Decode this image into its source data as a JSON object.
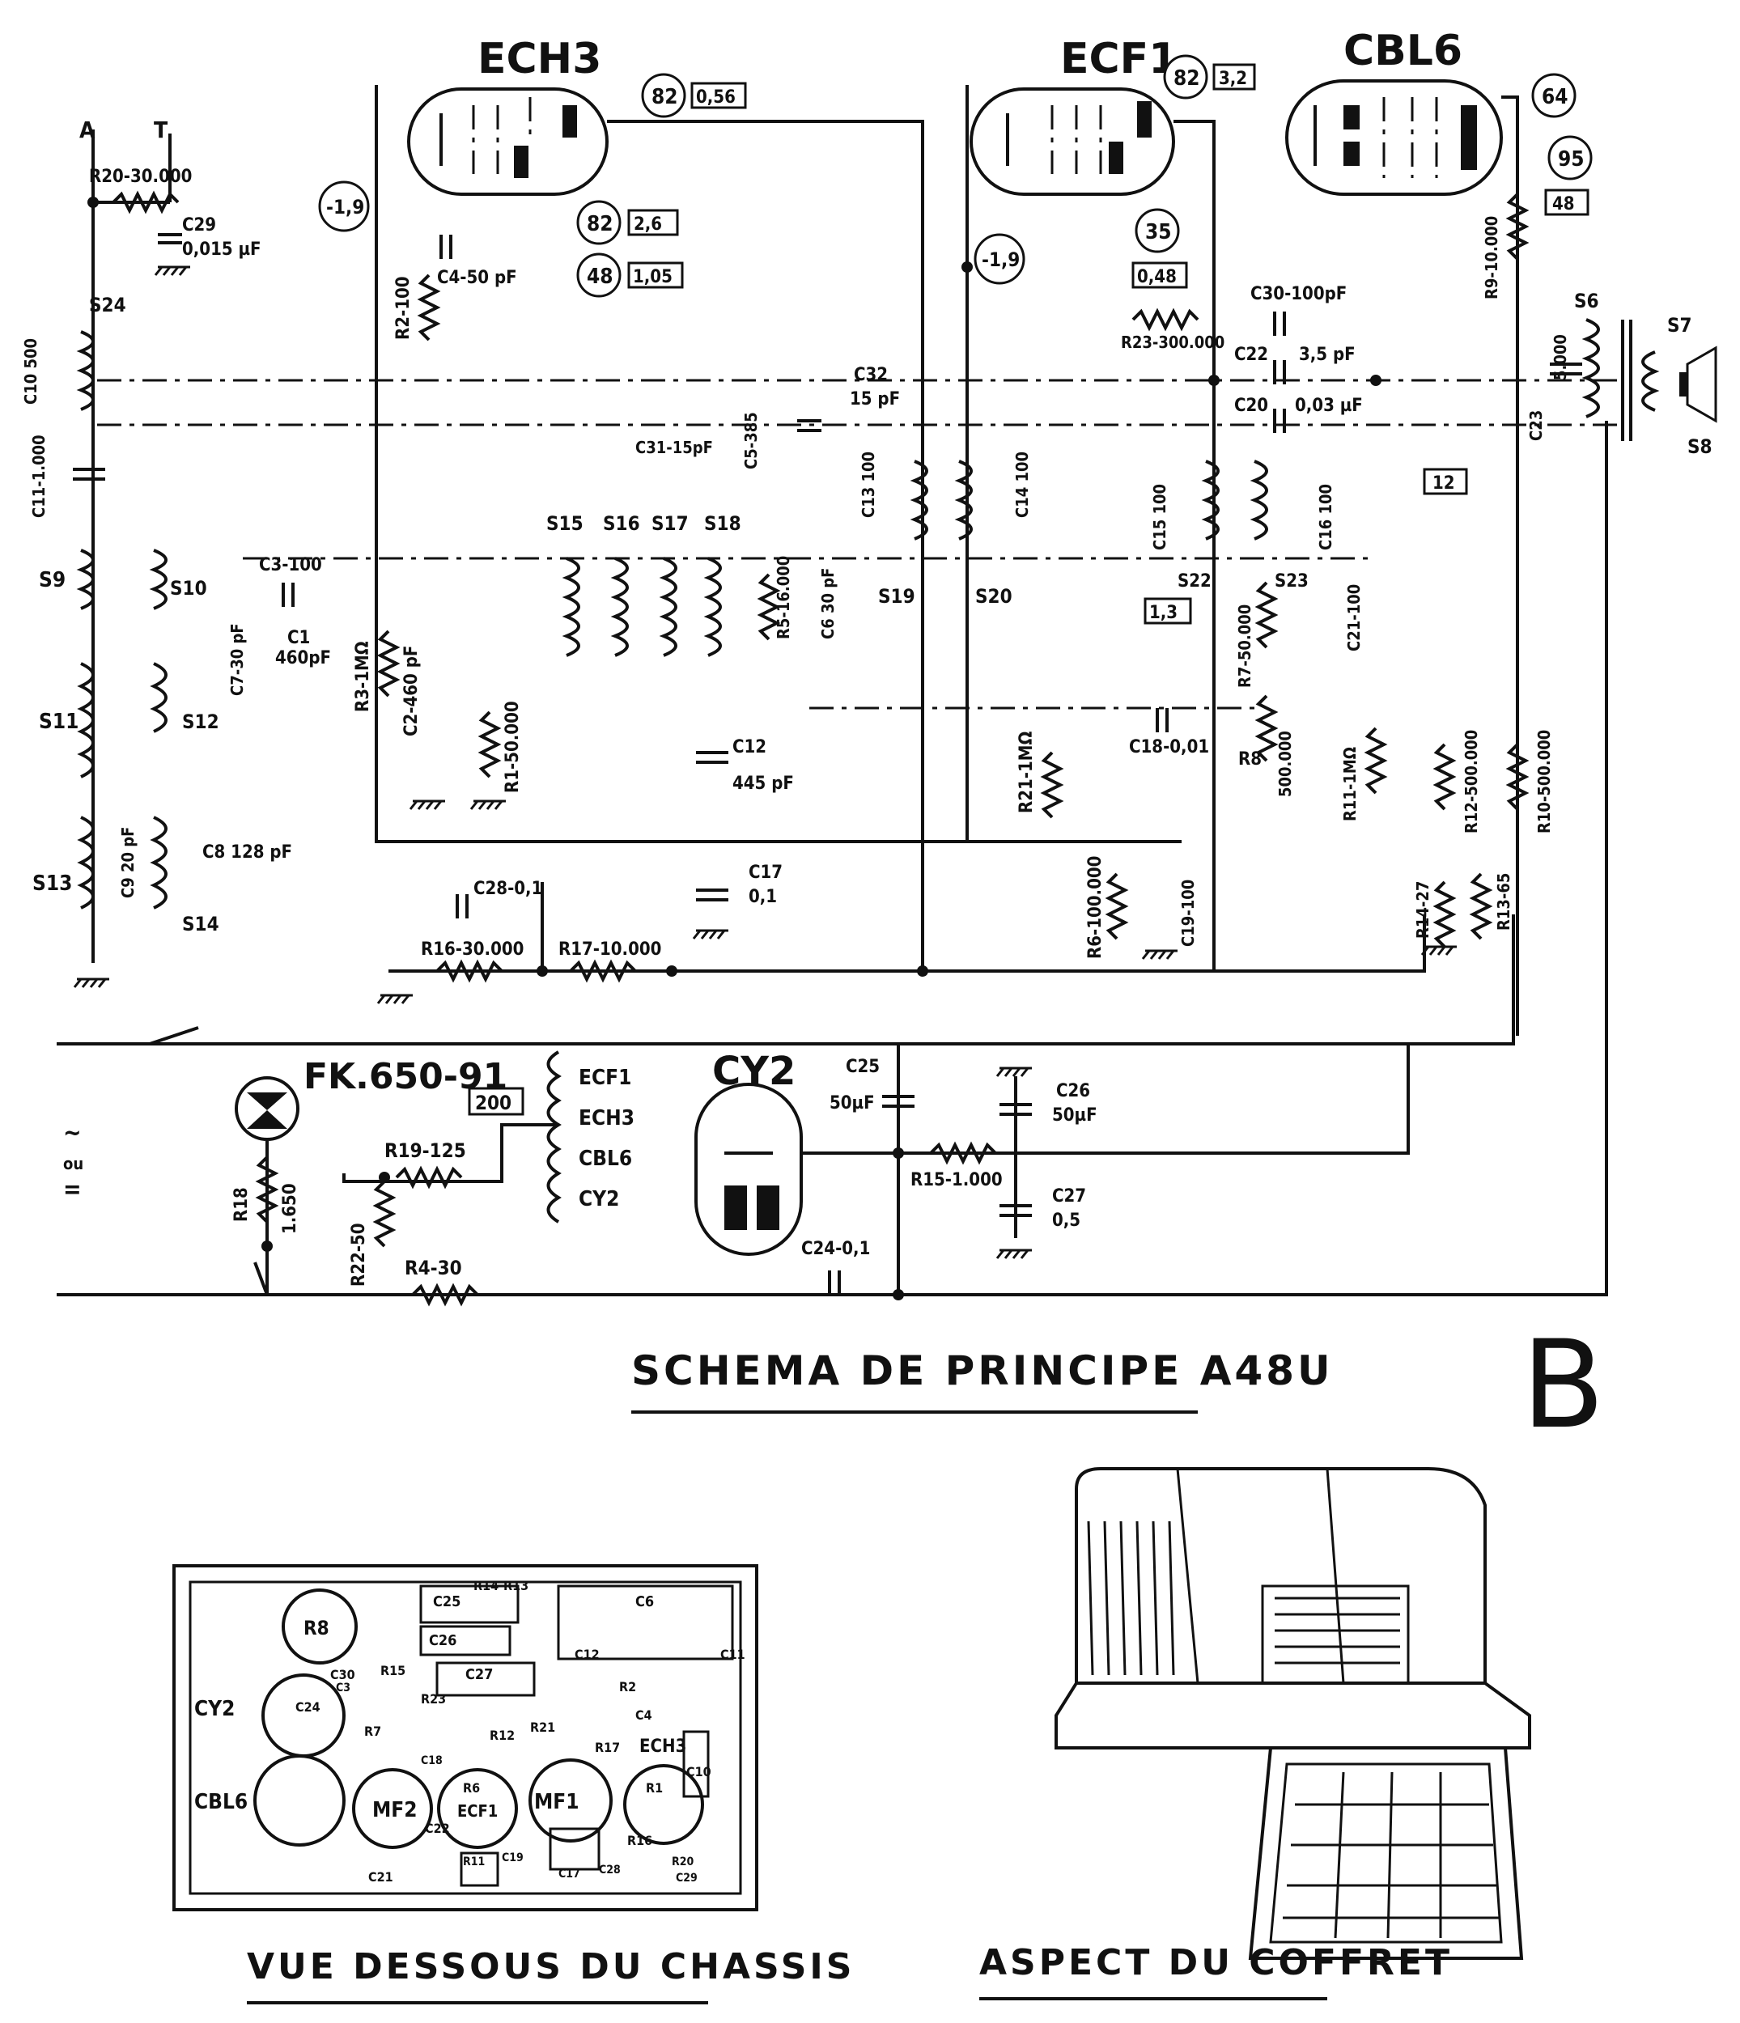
{
  "main_title": "SCHEMA DE PRINCIPE A48U",
  "big_letter": "B",
  "chassis_caption": "VUE DESSOUS DU CHASSIS",
  "cabinet_caption": "ASPECT DU COFFRET",
  "tubes": {
    "ech3": "ECH3",
    "ecf1": "ECF1",
    "cbl6": "CBL6",
    "cy2": "CY2",
    "lamp": "FK.650-91"
  },
  "terminals": {
    "a": "A",
    "t": "T"
  },
  "voltages": {
    "v82a": "82",
    "v056": "0,56",
    "v82b": "82",
    "v26": "2,6",
    "v48": "48",
    "v105": "1,05",
    "v19a": "-1,9",
    "v19b": "-1,9",
    "v82c": "82",
    "v32": "3,2",
    "v35": "35",
    "v048": "0,48",
    "v64": "64",
    "v95": "95",
    "v48b": "48",
    "v12": "12",
    "v13": "1,3",
    "v200": "200"
  },
  "components": {
    "r20": "R20-30.000",
    "c29": "C29",
    "c29v": "0,015 µF",
    "s24": "S24",
    "c10": "C10 500",
    "c11": "C11-1.000",
    "s9": "S9",
    "s10": "S10",
    "s11": "S11",
    "s12": "S12",
    "s13": "S13",
    "s14": "S14",
    "c3": "C3-100",
    "c1": "C1",
    "c1v": "460pF",
    "c7": "C7-30 pF",
    "c8": "C8 128 pF",
    "c9": "C9 20 pF",
    "r3": "R3-1MΩ",
    "c2": "C2-460 pF",
    "r1": "R1-50.000",
    "r2": "R2-100",
    "c4": "C4-50 pF",
    "s15": "S15",
    "s16": "S16",
    "s17": "S17",
    "s18": "S18",
    "c31": "C31-15pF",
    "c5": "C5-385",
    "c32": "C32",
    "c32v": "15 pF",
    "r5": "R5-16.000",
    "c6": "C6 30 pF",
    "c12": "C12",
    "c12v": "445 pF",
    "c17": "C17",
    "c17v": "0,1",
    "c13": "C13 100",
    "s19": "S19",
    "c14": "C14 100",
    "s20": "S20",
    "c28": "C28-0,1",
    "r16": "R16-30.000",
    "r17": "R17-10.000",
    "r21": "R21-1MΩ",
    "r6": "R6-100.000",
    "c19": "C19-100",
    "c18": "C18-0,01",
    "r23": "R23-300.000",
    "c30": "C30-100pF",
    "c22": "C22",
    "c22v": "3,5 pF",
    "c20": "C20",
    "c20v": "0,03 µF",
    "c15": "C15 100",
    "s22": "S22",
    "s23": "S23",
    "c16": "C16 100",
    "c21": "C21-100",
    "r7": "R7-50.000",
    "r8": "R8",
    "r8v": "500.000",
    "r11": "R11-1MΩ",
    "r12": "R12-500.000",
    "r14": "R14-27",
    "r13": "R13-65",
    "r10": "R10-500.000",
    "r9": "R9-10.000",
    "s6": "S6",
    "s7": "S7",
    "s8": "S8",
    "c23": "C23",
    "c23v": "5.000",
    "r18": "R18",
    "r18v": "1.650",
    "r22": "R22-50",
    "r4": "R4-30",
    "r19": "R19-125",
    "c25": "C25",
    "c25v": "50µF",
    "c26": "C26",
    "c26v": "50µF",
    "r15": "R15-1.000",
    "c27": "C27",
    "c27v": "0,5",
    "c24": "C24-0,1",
    "mains_a": "~",
    "mains_b": "ou",
    "mains_c": "="
  },
  "heater_chain": [
    "ECF1",
    "ECH3",
    "CBL6",
    "CY2"
  ],
  "chassis_labels": {
    "r8": "R8",
    "cy2": "CY2",
    "cbl6": "CBL6",
    "mf2": "MF2",
    "mf1": "MF1",
    "ecf1": "ECF1",
    "ech3": "ECH3",
    "c25": "C25",
    "r14": "R14",
    "r13": "R13",
    "c26": "C26",
    "c27": "C27",
    "r15": "R15",
    "c30": "C30",
    "c24": "C24",
    "c3": "C3",
    "r7": "R7",
    "r23": "R23",
    "c18": "C18",
    "r12": "R12",
    "r21": "R21",
    "r6": "R6",
    "c22": "C22",
    "c12": "C12",
    "r2": "R2",
    "c4": "C4",
    "c6": "C6",
    "c11": "C11",
    "r17": "R17",
    "r1": "R1",
    "c10": "C10",
    "r11": "R11",
    "c19": "C19",
    "c17": "C17",
    "c28": "C28",
    "r16": "R16",
    "r20": "R20",
    "c29": "C29",
    "c21": "C21"
  }
}
